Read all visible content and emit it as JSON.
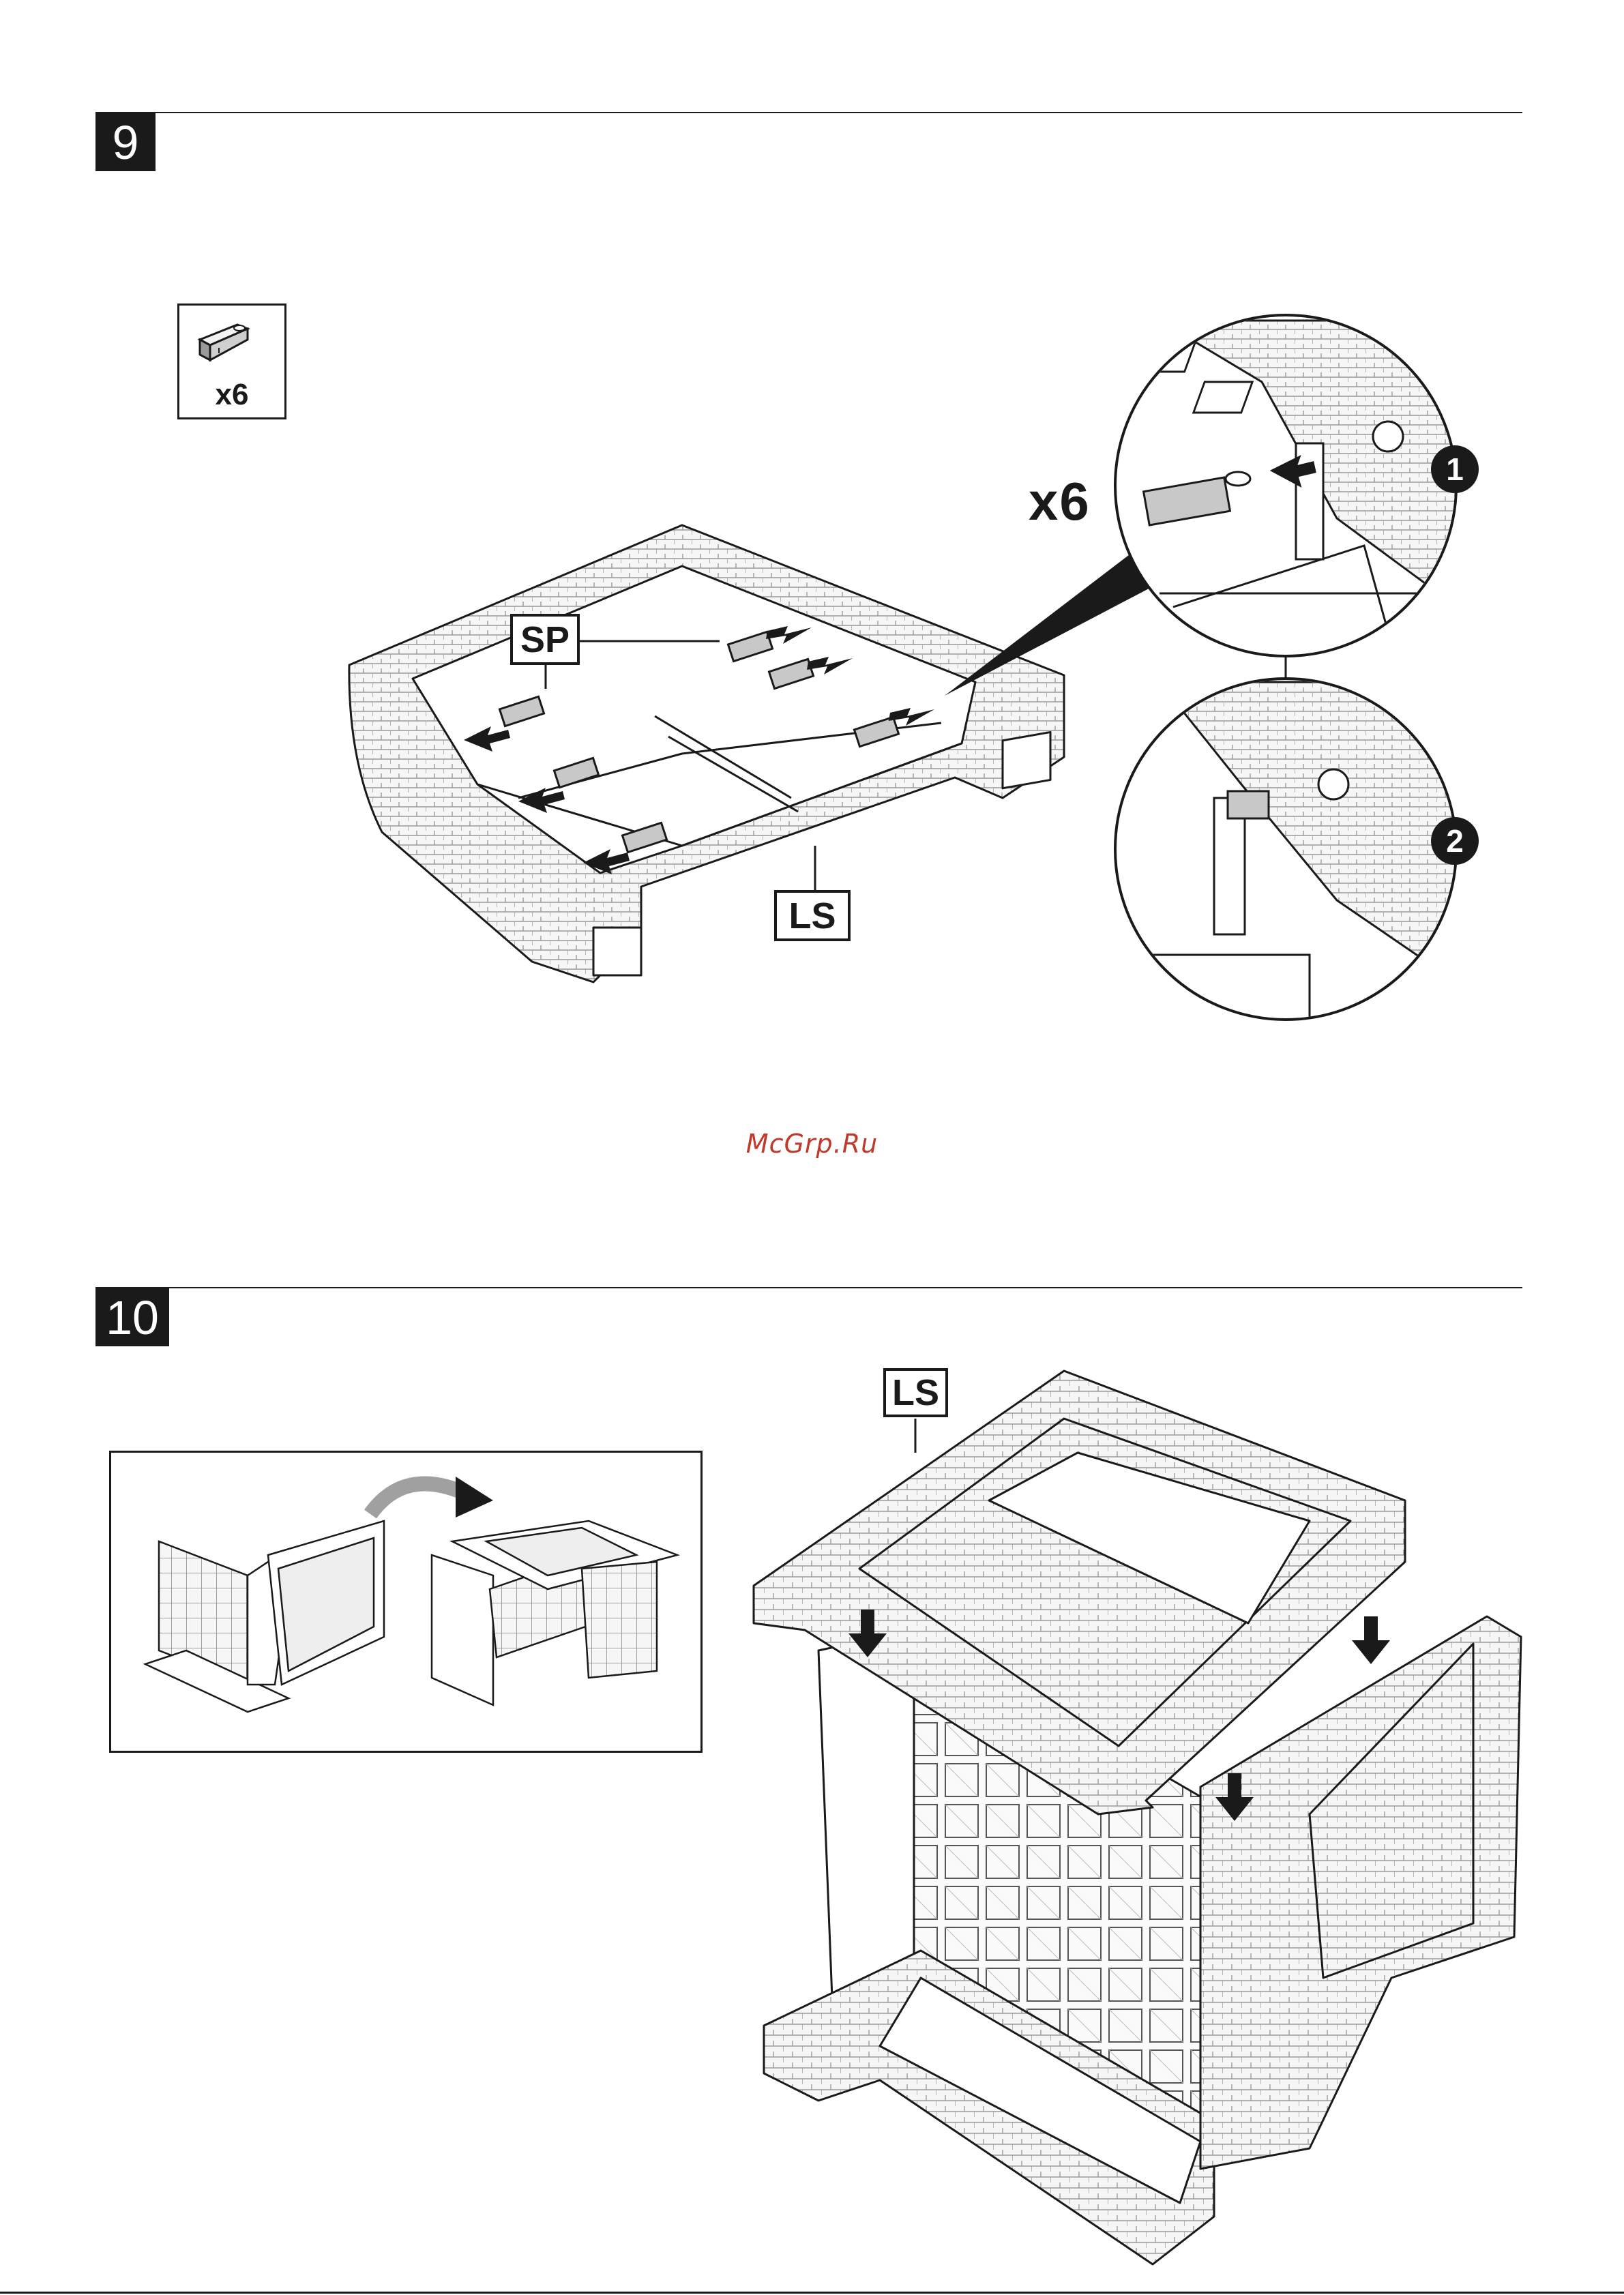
{
  "step9": {
    "number": "9",
    "part_qty": "x6",
    "label_sp": "SP",
    "label_ls": "LS",
    "detail_qty": "x6",
    "detail_1": "1",
    "detail_2": "2"
  },
  "watermark": "McGrp.Ru",
  "step10": {
    "number": "10",
    "label_ls": "LS"
  }
}
